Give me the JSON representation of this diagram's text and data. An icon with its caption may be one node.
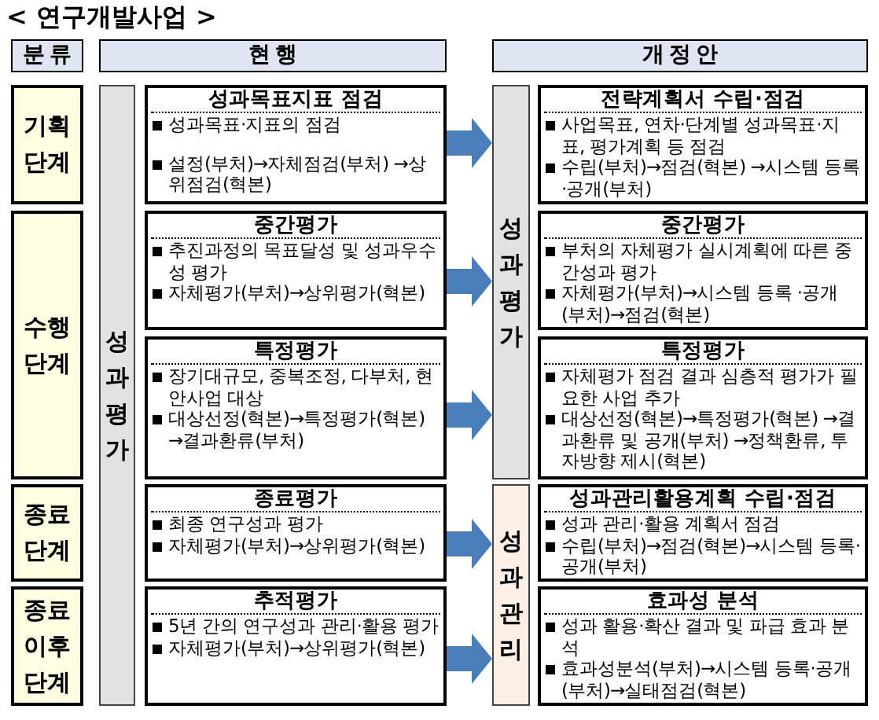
{
  "diagram": {
    "title": "< 연구개발사업 >",
    "nodes": [
      {
        "text": [
          "분류"
        ]
      },
      {
        "text": [
          "현행"
        ]
      },
      {
        "text": [
          "개정안"
        ]
      },
      {
        "text": [
          "기획 단계"
        ]
      },
      {
        "text": [
          "수행 단계"
        ]
      },
      {
        "text": [
          "종료 단계"
        ]
      },
      {
        "text": [
          "종료 이후 단계"
        ]
      },
      {
        "text": [
          "성과평가"
        ]
      },
      {
        "text": [
          "성과목표지표 점검",
          "성과목표·지표의 점검",
          "설정(부처)→자체점검(부처) →상위점검(혁본)"
        ]
      },
      {
        "text": [
          "중간평가",
          "추진과정의 목표달성 및 성과우수성 평가",
          "자체평가(부처)→상위평가(혁본)"
        ]
      },
      {
        "text": [
          "특정평가",
          "장기대규모, 중복조정, 다부처, 현안사업 대상",
          "대상선정(혁본)→특정평가(혁본) →결과환류(부처)"
        ]
      },
      {
        "text": [
          "종료평가",
          "최종 연구성과 평가",
          "자체평가(부처)→상위평가(혁본)"
        ]
      },
      {
        "text": [
          "추적평가",
          "5년 간의 연구성과 관리·활용 평가",
          "자체평가(부처)→상위평가(혁본)"
        ]
      },
      {
        "text": [
          "성과평가"
        ]
      },
      {
        "text": [
          "성과관리"
        ]
      },
      {
        "text": [
          "전략계획서 수립·점검",
          "사업목표, 연차·단계별 성과목표·지표, 평가계획 등 점검",
          "수립(부처)→점검(혁본) →시스템 등록·공개(부처)"
        ]
      },
      {
        "text": [
          "중간평가",
          "부처의 자체평가 실시계획에 따른 중간성과 평가",
          "자체평가(부처)→시스템 등록 ·공개(부처)→점검(혁본)"
        ]
      },
      {
        "text": [
          "특정평가",
          "자체평가 점검 결과 심층적 평가가 필요한 사업 추가",
          "대상선정(혁본)→특정평가(혁본) →결과환류 및 공개(부처) →정책환류, 투자방향 제시(혁본)"
        ]
      },
      {
        "text": [
          "성과관리활용계획 수립·점검",
          "성과 관리·활용 계획서 점검",
          "수립(부처)→점검(혁본)→시스템 등록·공개(부처)"
        ]
      },
      {
        "text": [
          "효과성 분석",
          "성과 활용·확산 결과 및 파급 효과 분석",
          "효과성분석(부처)→시스템 등록·공개 (부처)→실태점검(혁본)"
        ]
      }
    ],
    "edges": [
      {
        "from": 8,
        "to": 13,
        "arrow": "to"
      },
      {
        "from": 9,
        "to": 13,
        "arrow": "to"
      },
      {
        "from": 10,
        "to": 13,
        "arrow": "to"
      },
      {
        "from": 11,
        "to": 14,
        "arrow": "to"
      },
      {
        "from": 12,
        "to": 14,
        "arrow": "to"
      }
    ]
  }
}
